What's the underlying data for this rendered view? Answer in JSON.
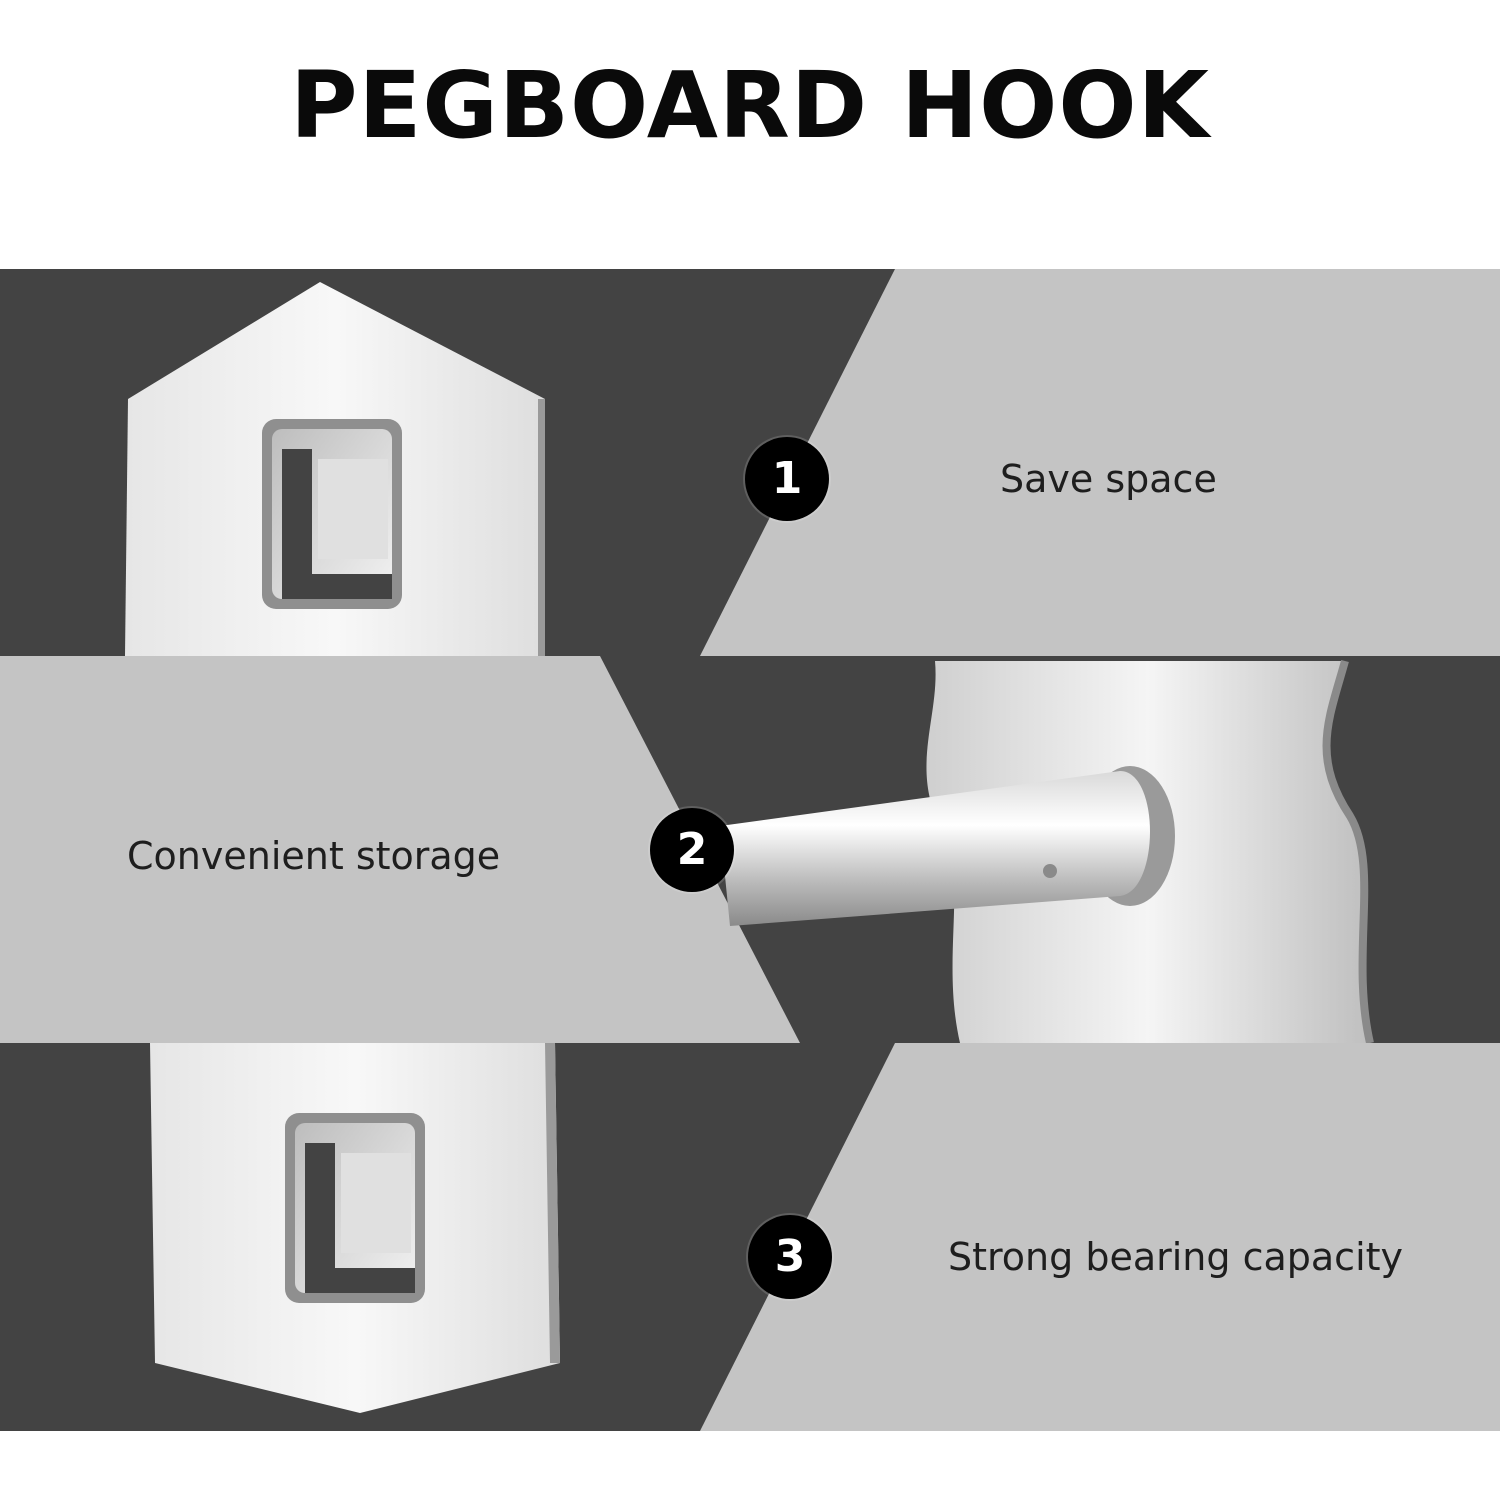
{
  "title": "PEGBOARD HOOK",
  "colors": {
    "dark_band": "#434343",
    "light_band": "#c4c4c4",
    "metal": "#eeeeee",
    "badge": "#000000"
  },
  "features": [
    {
      "number": "1",
      "label": "Save space"
    },
    {
      "number": "2",
      "label": "Convenient storage"
    },
    {
      "number": "3",
      "label": "Strong bearing capacity"
    }
  ]
}
